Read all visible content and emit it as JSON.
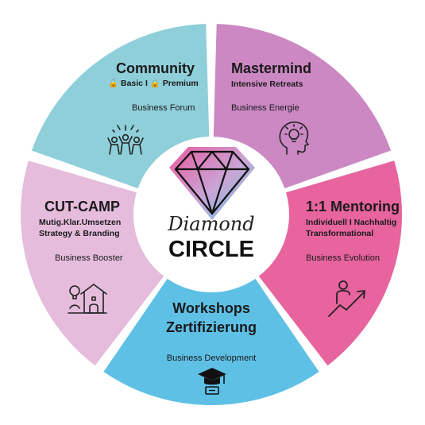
{
  "center": {
    "brand_script": "Diamond",
    "brand_main": "CIRCLE"
  },
  "segments": [
    {
      "id": "community",
      "title": "Community",
      "tier_basic": "Basic",
      "tier_sep": "I",
      "tier_premium": "Premium",
      "tagline": "Business Forum",
      "color": "#8fcfda",
      "icon": "celebration-icon"
    },
    {
      "id": "mastermind",
      "title": "Mastermind",
      "subtitle": "Intensive Retreats",
      "tagline": "Business Energie",
      "color": "#cb88c3",
      "icon": "head-lightbulb-icon"
    },
    {
      "id": "mentoring",
      "title": "1:1 Mentoring",
      "subtitle_1": "Individuell I Nachhaltig",
      "subtitle_2": "Transformational",
      "tagline": "Business Evolution",
      "color": "#e7649e",
      "icon": "person-growth-icon"
    },
    {
      "id": "workshops",
      "title_1": "Workshops",
      "title_2": "Zertifizierung",
      "tagline": "Business Development",
      "color": "#5fc0e6",
      "icon": "graduation-cap-icon"
    },
    {
      "id": "cutcamp",
      "title": "CUT-CAMP",
      "subtitle_1": "Mutig.Klar.Umsetzen",
      "subtitle_2": "Strategy & Branding",
      "tagline": "Business Booster",
      "color": "#e5bcdc",
      "icon": "house-idea-icon"
    }
  ]
}
